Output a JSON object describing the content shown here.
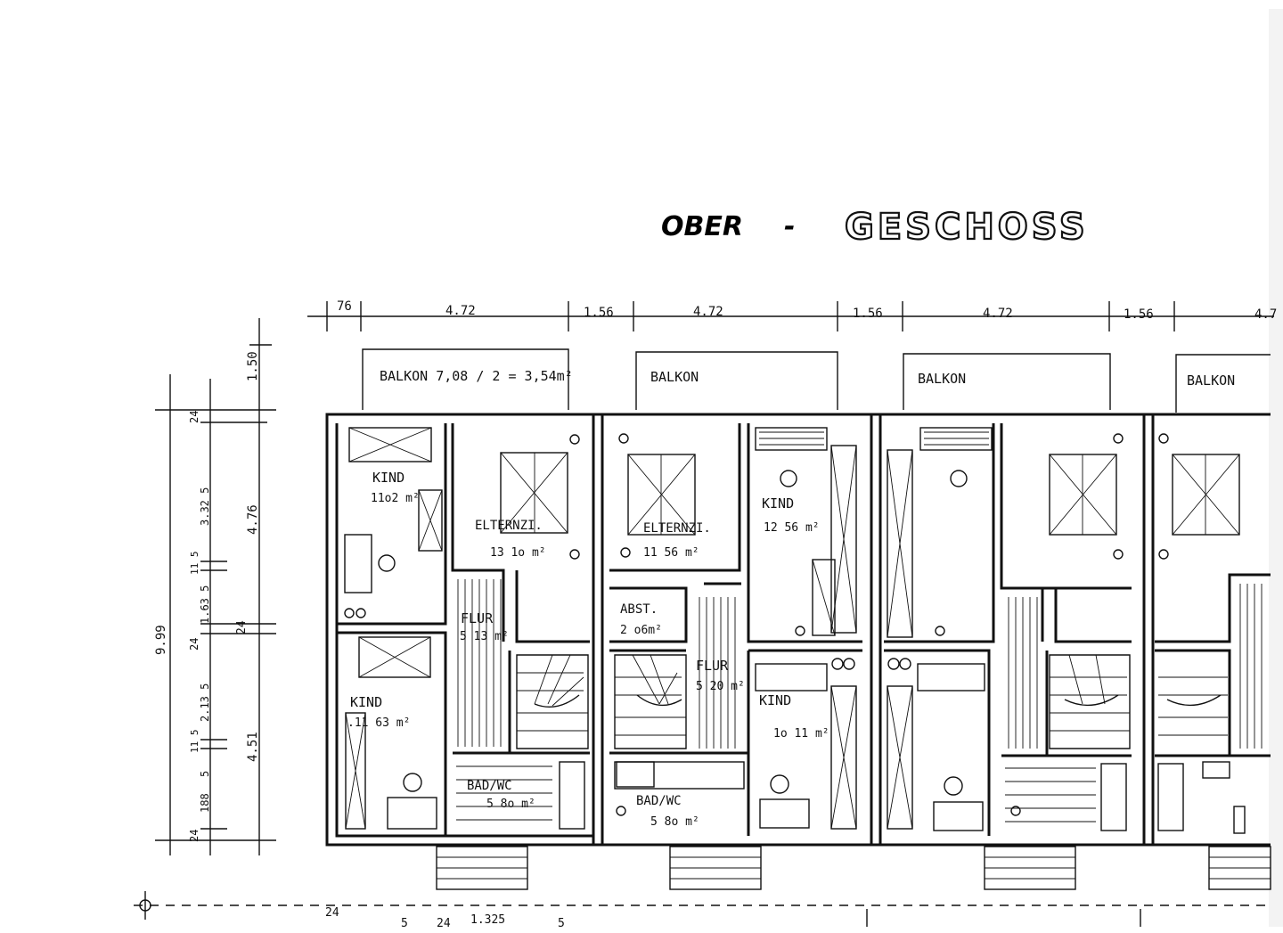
{
  "title": {
    "left": "OBER",
    "sep": "-",
    "right": "GESCHOSS"
  },
  "top_dimensions": [
    "76",
    "4.72",
    "1.56",
    "4.72",
    "1.56",
    "4.72",
    "1.56",
    "4.7"
  ],
  "left_dimensions": {
    "outer": "9.99",
    "middle": [
      "1.50",
      "4.76",
      "24",
      "4.51"
    ],
    "inner": [
      "24",
      "3.32 5",
      "11 5",
      "1.63 5",
      "24",
      "2.13 5",
      "11 5",
      "5",
      "188",
      "24"
    ]
  },
  "bottom_dimensions": [
    "24",
    "5",
    "24",
    "1.325",
    "5"
  ],
  "balconies": [
    {
      "label": "BALKON 7,08 / 2 = 3,54m²"
    },
    {
      "label": "BALKON"
    },
    {
      "label": "BALKON"
    },
    {
      "label": "BALKON"
    }
  ],
  "rooms": {
    "kind1_name": "KIND",
    "kind1_area": "11o2 m²",
    "eltern1_name": "ELTERNZI.",
    "eltern1_area": "13 1o m²",
    "flur1_name": "FLUR",
    "flur1_area": "5 13 m²",
    "kind2_name": "KIND",
    "kind2_area": ".11 63 m²",
    "bad1_name": "BAD/WC",
    "bad1_area": "5 8o m²",
    "eltern2_name": "ELTERNZI.",
    "eltern2_area": "11 56 m²",
    "kind3_name": "KIND",
    "kind3_area": "12 56 m²",
    "abst_name": "ABST.",
    "abst_area": "2 o6m²",
    "flur2_name": "FLUR",
    "flur2_area": "5 20 m²",
    "kind4_name": "KIND",
    "kind4_area": "1o 11 m²",
    "bad2_name": "BAD/WC",
    "bad2_area": "5 8o m²"
  }
}
